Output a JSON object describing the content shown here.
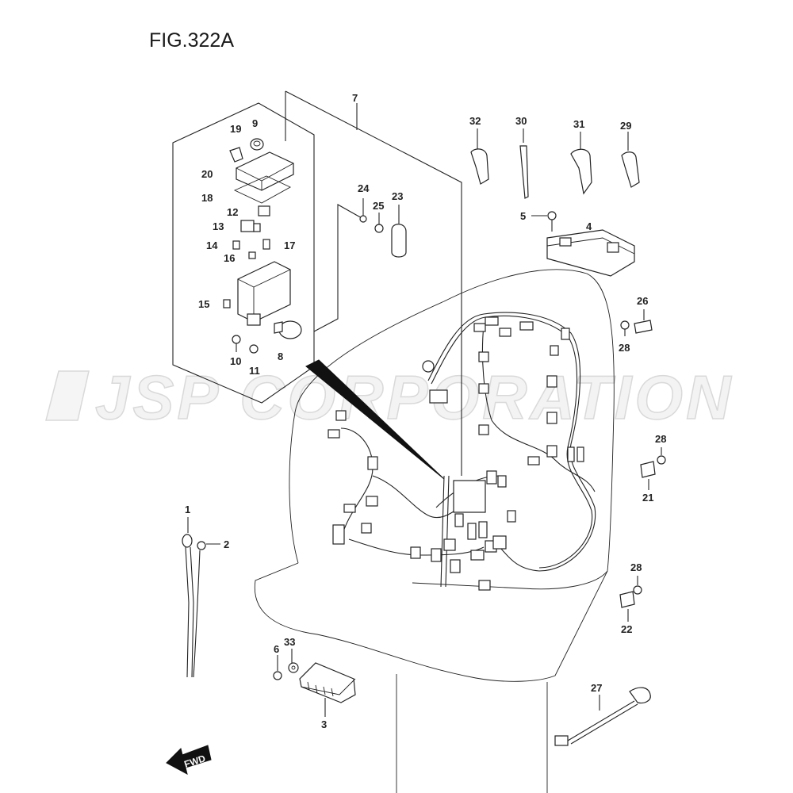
{
  "figure": {
    "title": "FIG.322A"
  },
  "watermark": {
    "text": "JSP CORPORATION"
  },
  "direction_badge": {
    "text": "FWD"
  },
  "callouts": {
    "p1": "1",
    "p2": "2",
    "p3": "3",
    "p4": "4",
    "p5": "5",
    "p6": "6",
    "p7": "7",
    "p8": "8",
    "p9": "9",
    "p10": "10",
    "p11": "11",
    "p12": "12",
    "p13": "13",
    "p14": "14",
    "p15": "15",
    "p16": "16",
    "p17": "17",
    "p18": "18",
    "p19": "19",
    "p20": "20",
    "p21": "21",
    "p22": "22",
    "p23": "23",
    "p24": "24",
    "p25": "25",
    "p26": "26",
    "p27": "27",
    "p28a": "28",
    "p28b": "28",
    "p28c": "28",
    "p29": "29",
    "p30": "30",
    "p31": "31",
    "p32": "32",
    "p33": "33"
  }
}
